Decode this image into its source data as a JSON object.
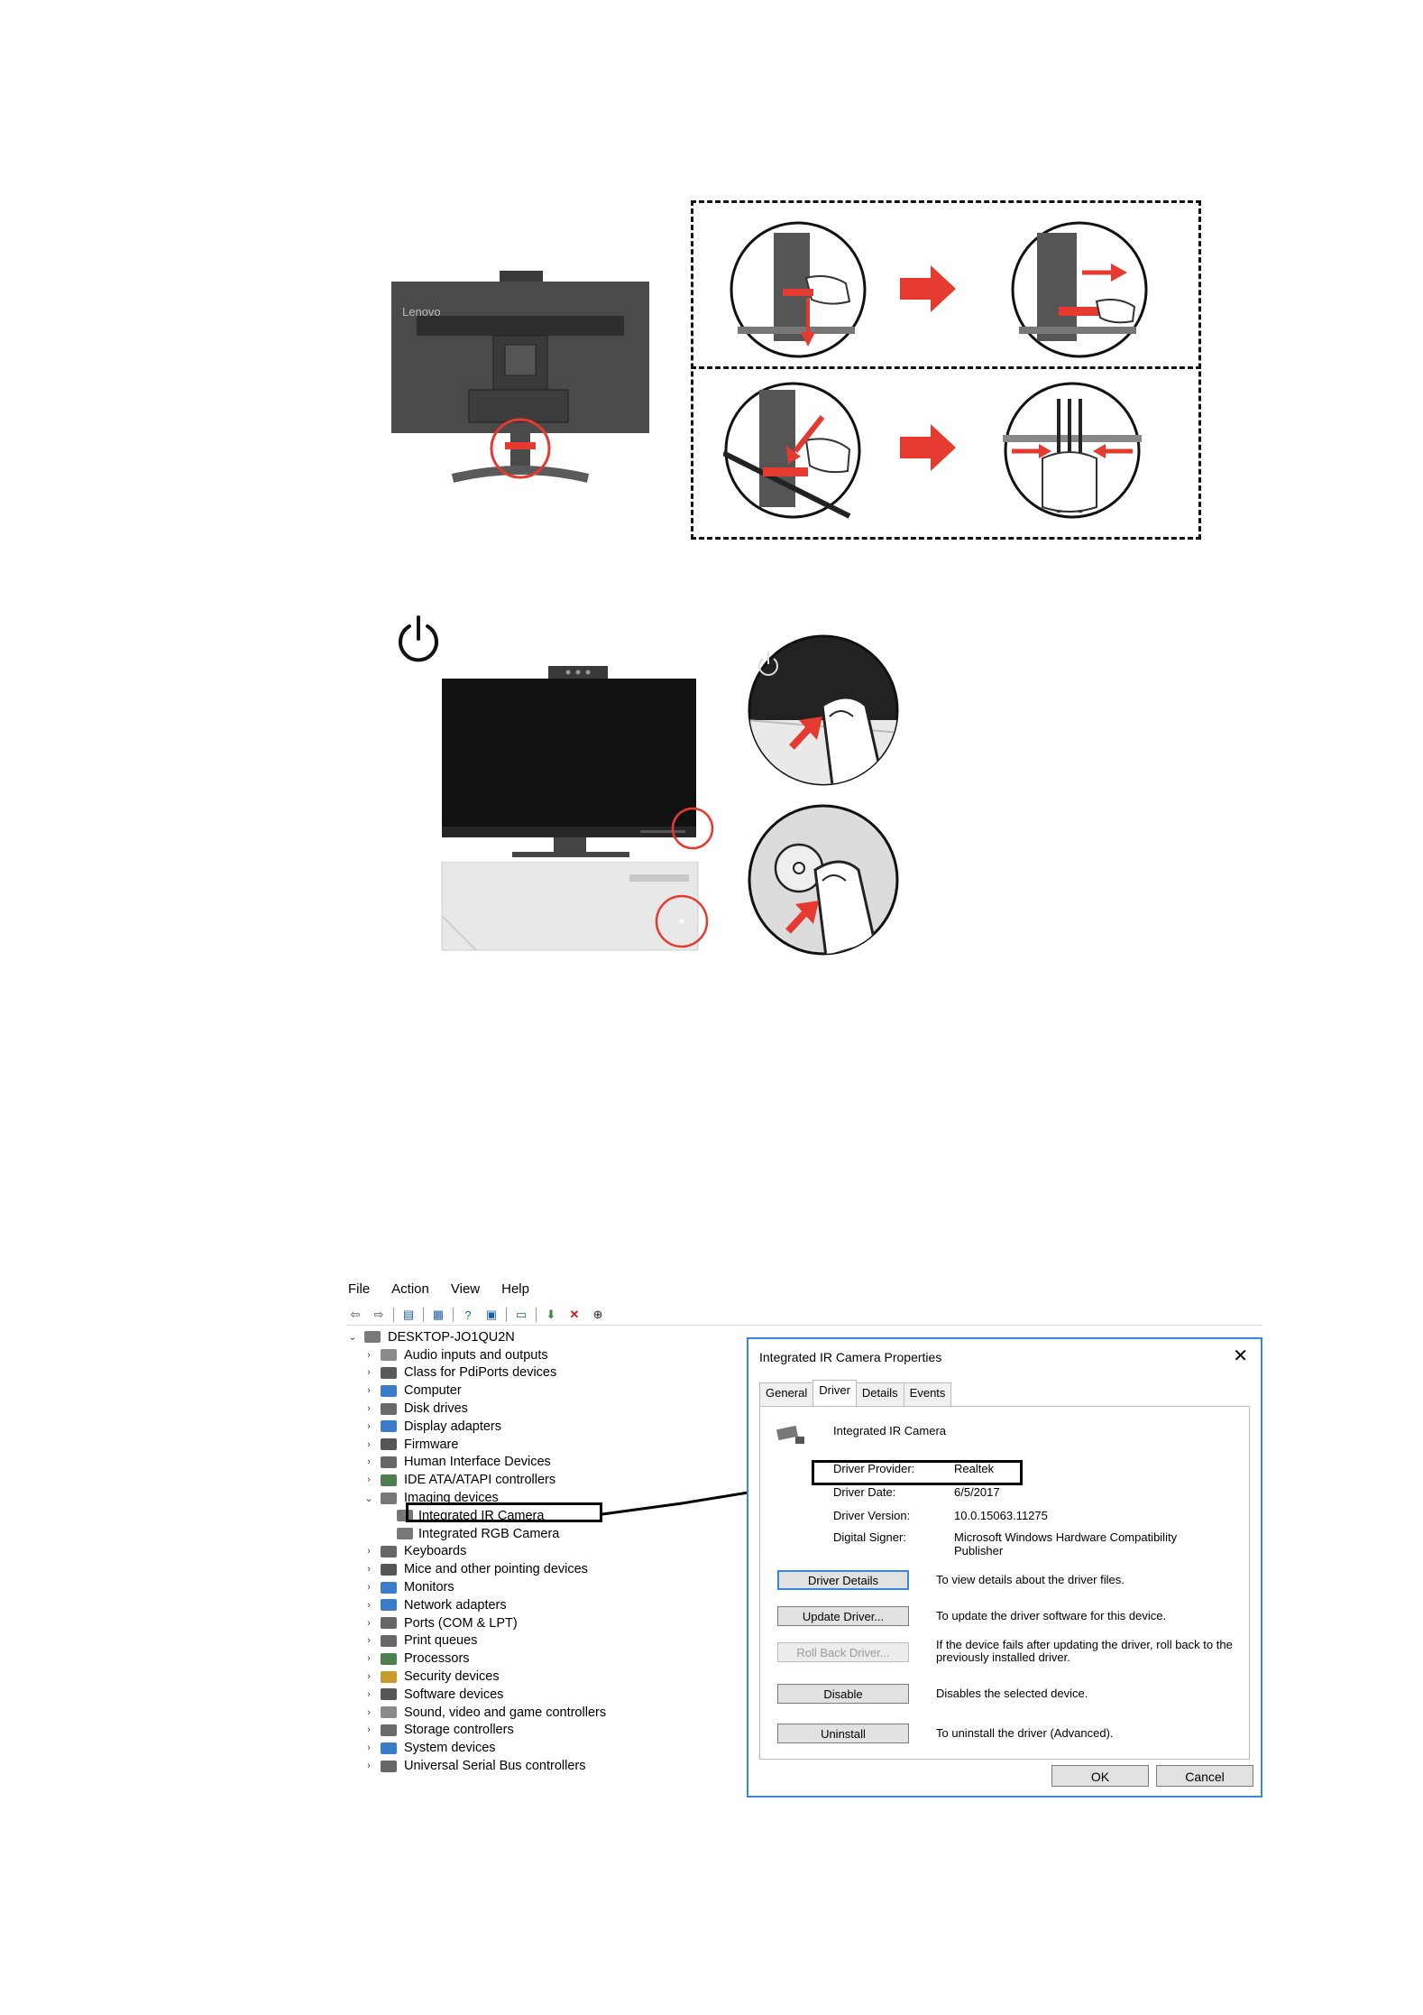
{
  "monitor": {
    "brand": "Lenovo"
  },
  "devmgr": {
    "menu": [
      "File",
      "Action",
      "View",
      "Help"
    ],
    "tree": {
      "root": "DESKTOP-JO1QU2N",
      "items": [
        {
          "label": "Audio inputs and outputs",
          "color": "#8a8a8a"
        },
        {
          "label": "Class for PdiPorts devices",
          "color": "#5a5a5a"
        },
        {
          "label": "Computer",
          "color": "#3a7cc8"
        },
        {
          "label": "Disk drives",
          "color": "#6a6a6a"
        },
        {
          "label": "Display adapters",
          "color": "#3a7cc8"
        },
        {
          "label": "Firmware",
          "color": "#555555"
        },
        {
          "label": "Human Interface Devices",
          "color": "#666666"
        },
        {
          "label": "IDE ATA/ATAPI controllers",
          "color": "#4f7f4f"
        },
        {
          "label": "Imaging devices",
          "color": "#777777",
          "expanded": true
        },
        {
          "label": "Integrated IR Camera",
          "color": "#777777",
          "child": true
        },
        {
          "label": "Integrated RGB Camera",
          "color": "#777777",
          "child": true
        },
        {
          "label": "Keyboards",
          "color": "#666666"
        },
        {
          "label": "Mice and other pointing devices",
          "color": "#555555"
        },
        {
          "label": "Monitors",
          "color": "#3a7cc8"
        },
        {
          "label": "Network adapters",
          "color": "#3a7cc8"
        },
        {
          "label": "Ports (COM & LPT)",
          "color": "#666666"
        },
        {
          "label": "Print queues",
          "color": "#666666"
        },
        {
          "label": "Processors",
          "color": "#4f7f4f"
        },
        {
          "label": "Security devices",
          "color": "#c89a2a"
        },
        {
          "label": "Software devices",
          "color": "#555555"
        },
        {
          "label": "Sound, video and game controllers",
          "color": "#8a8a8a"
        },
        {
          "label": "Storage controllers",
          "color": "#6a6a6a"
        },
        {
          "label": "System devices",
          "color": "#3a7cc8"
        },
        {
          "label": "Universal Serial Bus controllers",
          "color": "#666666"
        }
      ]
    },
    "dialog": {
      "title": "Integrated IR Camera Properties",
      "close": "✕",
      "tabs": [
        "General",
        "Driver",
        "Details",
        "Events"
      ],
      "active_tab": "Driver",
      "device_name": "Integrated IR Camera",
      "props": [
        {
          "label": "Driver Provider:",
          "value": "Realtek"
        },
        {
          "label": "Driver Date:",
          "value": "6/5/2017"
        },
        {
          "label": "Driver Version:",
          "value": "10.0.15063.11275"
        },
        {
          "label": "Digital Signer:",
          "value": "Microsoft Windows Hardware Compatibility Publisher"
        }
      ],
      "actions": [
        {
          "button": "Driver Details",
          "desc": "To view details about the driver files."
        },
        {
          "button": "Update Driver...",
          "desc": "To update the driver software for this device."
        },
        {
          "button": "Roll Back Driver...",
          "desc": "If the device fails after updating the driver, roll back to the previously installed driver."
        },
        {
          "button": "Disable",
          "desc": "Disables the selected device."
        },
        {
          "button": "Uninstall",
          "desc": "To uninstall the driver (Advanced)."
        }
      ],
      "ok": "OK",
      "cancel": "Cancel"
    }
  },
  "colors": {
    "accent_red": "#e53a2f",
    "dialog_border": "#3a86d8"
  }
}
